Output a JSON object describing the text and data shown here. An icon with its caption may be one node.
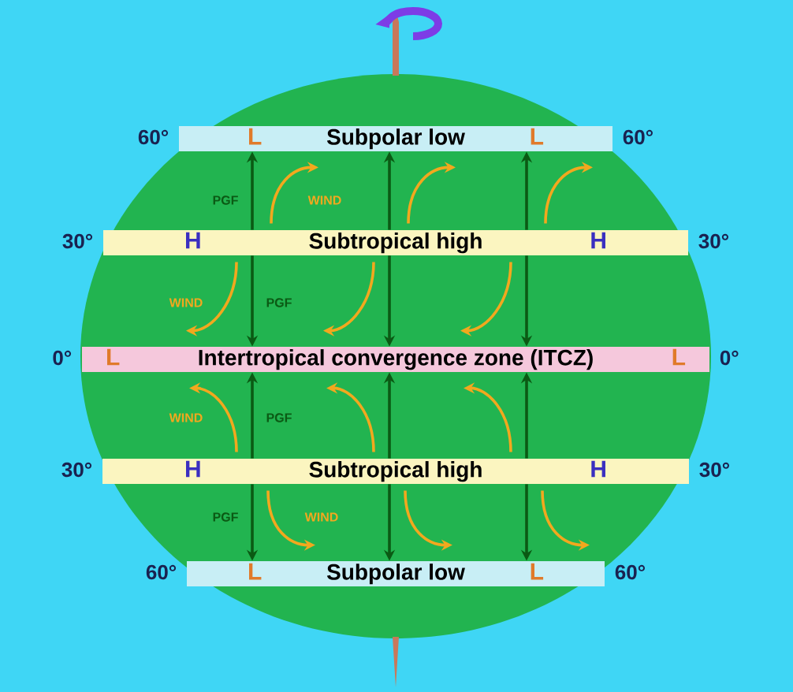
{
  "diagram": {
    "nodes": [
      {
        "text": [
          "L",
          "Subpolar low",
          "L"
        ],
        "beside": [
          "60°",
          "60°"
        ]
      },
      {
        "text": [
          "H",
          "Subtropical high",
          "H"
        ],
        "beside": [
          "30°",
          "30°"
        ]
      },
      {
        "text": [
          "L",
          "Intertropical convergence zone (ITCZ)",
          "L"
        ],
        "beside": [
          "0°",
          "0°"
        ]
      },
      {
        "text": [
          "H",
          "Subtropical high",
          "H"
        ],
        "beside": [
          "30°",
          "30°"
        ]
      },
      {
        "text": [
          "L",
          "Subpolar low",
          "L"
        ],
        "beside": [
          "60°",
          "60°"
        ]
      }
    ],
    "edges": [
      {
        "from": 1,
        "to": 0,
        "arrow": "to",
        "label": "PGF",
        "color": "#0b5a14"
      },
      {
        "from": 1,
        "to": 0,
        "arrow": "to",
        "color": "#0b5a14"
      },
      {
        "from": 1,
        "to": 0,
        "arrow": "to",
        "color": "#0b5a14"
      },
      {
        "from": 1,
        "to": 0,
        "arrow": "to",
        "label": "WIND",
        "color": "#f2a81e"
      },
      {
        "from": 1,
        "to": 0,
        "arrow": "to",
        "color": "#f2a81e"
      },
      {
        "from": 1,
        "to": 0,
        "arrow": "to",
        "color": "#f2a81e"
      },
      {
        "from": 1,
        "to": 2,
        "arrow": "to",
        "label": "PGF",
        "color": "#0b5a14"
      },
      {
        "from": 1,
        "to": 2,
        "arrow": "to",
        "color": "#0b5a14"
      },
      {
        "from": 1,
        "to": 2,
        "arrow": "to",
        "color": "#0b5a14"
      },
      {
        "from": 1,
        "to": 2,
        "arrow": "to",
        "label": "WIND",
        "color": "#f2a81e"
      },
      {
        "from": 1,
        "to": 2,
        "arrow": "to",
        "color": "#f2a81e"
      },
      {
        "from": 1,
        "to": 2,
        "arrow": "to",
        "color": "#f2a81e"
      },
      {
        "from": 3,
        "to": 2,
        "arrow": "to",
        "label": "PGF",
        "color": "#0b5a14"
      },
      {
        "from": 3,
        "to": 2,
        "arrow": "to",
        "color": "#0b5a14"
      },
      {
        "from": 3,
        "to": 2,
        "arrow": "to",
        "color": "#0b5a14"
      },
      {
        "from": 3,
        "to": 2,
        "arrow": "to",
        "label": "WIND",
        "color": "#f2a81e"
      },
      {
        "from": 3,
        "to": 2,
        "arrow": "to",
        "color": "#f2a81e"
      },
      {
        "from": 3,
        "to": 2,
        "arrow": "to",
        "color": "#f2a81e"
      },
      {
        "from": 3,
        "to": 4,
        "arrow": "to",
        "label": "PGF",
        "color": "#0b5a14"
      },
      {
        "from": 3,
        "to": 4,
        "arrow": "to",
        "color": "#0b5a14"
      },
      {
        "from": 3,
        "to": 4,
        "arrow": "to",
        "color": "#0b5a14"
      },
      {
        "from": 3,
        "to": 4,
        "arrow": "to",
        "label": "WIND",
        "color": "#f2a81e"
      },
      {
        "from": 3,
        "to": 4,
        "arrow": "to",
        "color": "#f2a81e"
      },
      {
        "from": 3,
        "to": 4,
        "arrow": "to",
        "color": "#f2a81e"
      }
    ]
  }
}
